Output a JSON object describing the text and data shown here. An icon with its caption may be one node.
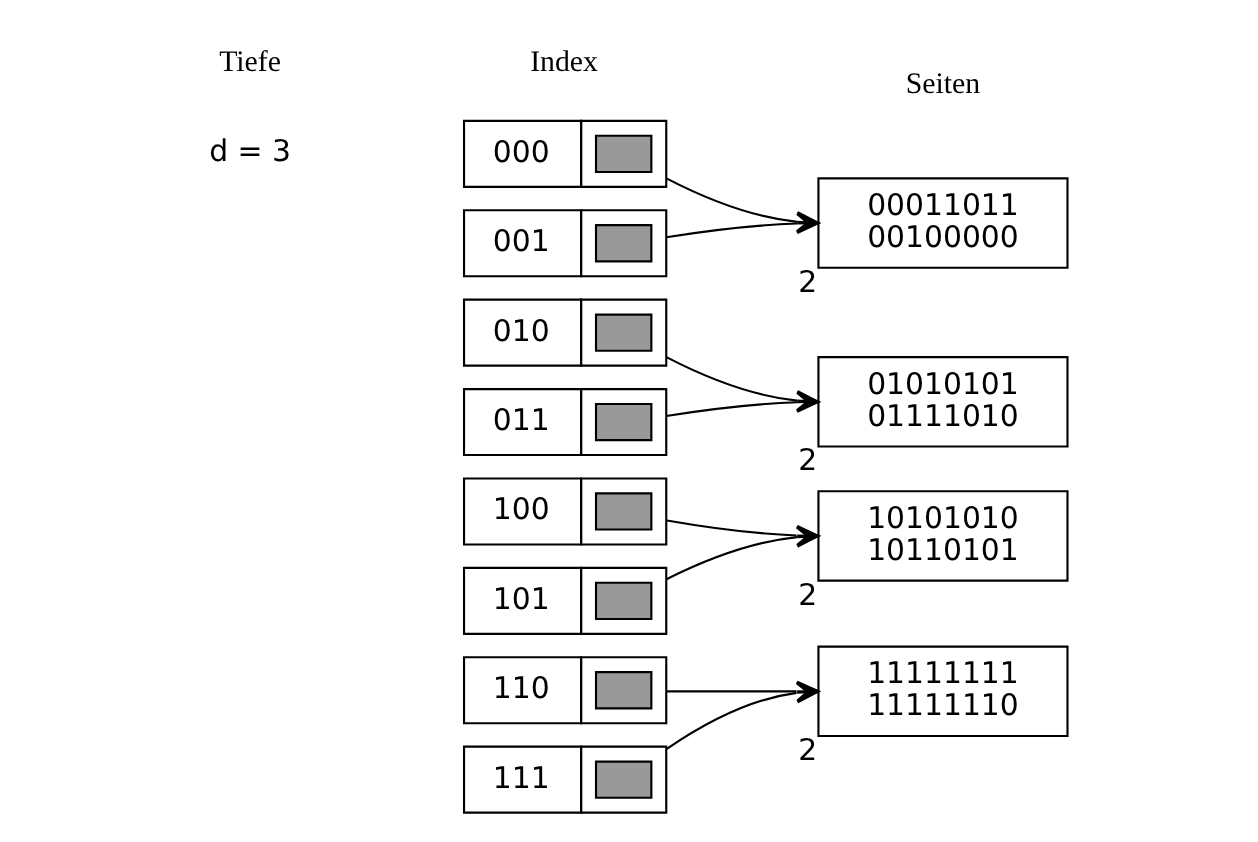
{
  "diagram": {
    "nodes": [
      {
        "text": [
          "000"
        ]
      },
      {
        "text": [
          "001"
        ]
      },
      {
        "text": [
          "010"
        ]
      },
      {
        "text": [
          "011"
        ]
      },
      {
        "text": [
          "100"
        ]
      },
      {
        "text": [
          "101"
        ]
      },
      {
        "text": [
          "110"
        ]
      },
      {
        "text": [
          "111"
        ]
      },
      {
        "text": [
          "00011011",
          "00100000"
        ],
        "beside": [
          "2"
        ]
      },
      {
        "text": [
          "01010101",
          "01111010"
        ],
        "beside": [
          "2"
        ]
      },
      {
        "text": [
          "10101010",
          "10110101"
        ],
        "beside": [
          "2"
        ]
      },
      {
        "text": [
          "11111111",
          "11111110"
        ],
        "beside": [
          "2"
        ]
      }
    ],
    "edges": [
      {
        "from": 0,
        "to": 8,
        "arrow": "to"
      },
      {
        "from": 1,
        "to": 8,
        "arrow": "to"
      },
      {
        "from": 2,
        "to": 9,
        "arrow": "to"
      },
      {
        "from": 3,
        "to": 9,
        "arrow": "to"
      },
      {
        "from": 4,
        "to": 10,
        "arrow": "to"
      },
      {
        "from": 5,
        "to": 10,
        "arrow": "to"
      },
      {
        "from": 6,
        "to": 11,
        "arrow": "to"
      },
      {
        "from": 7,
        "to": 11,
        "arrow": "to"
      }
    ],
    "labels": [
      "Tiefe",
      "Index",
      "Seiten",
      "d = 3"
    ]
  }
}
